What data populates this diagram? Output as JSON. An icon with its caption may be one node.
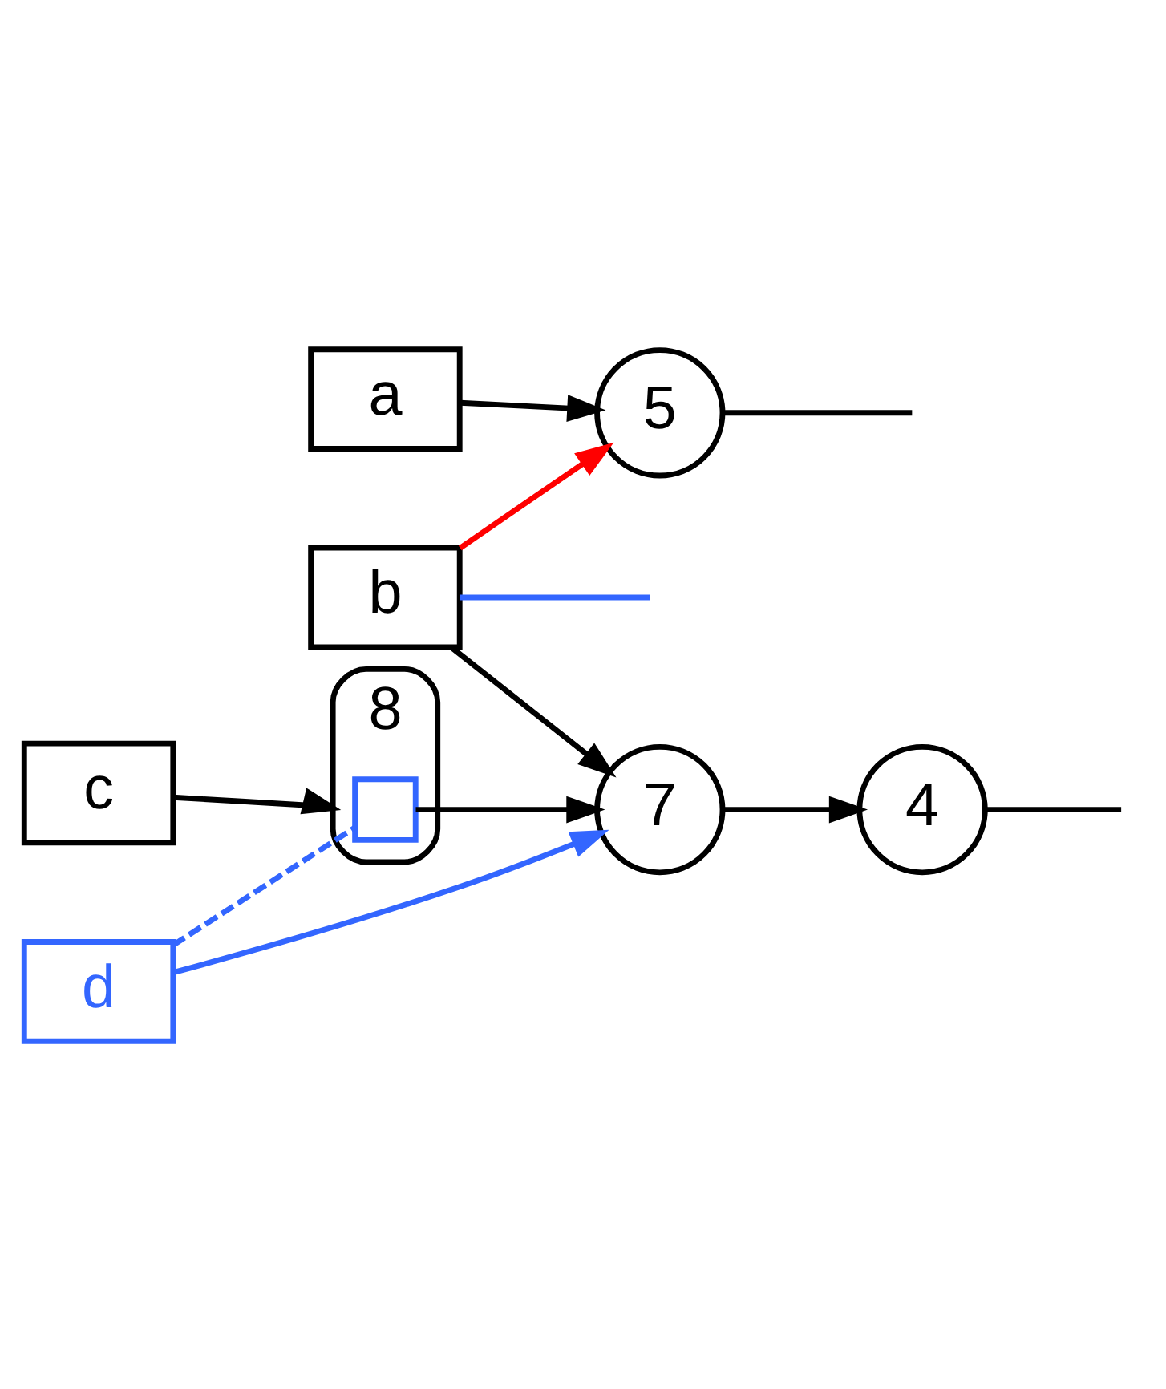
{
  "diagram": {
    "nodes": [
      {
        "text": [
          "a"
        ]
      },
      {
        "text": [
          "5"
        ]
      },
      {
        "text": [
          "b"
        ]
      },
      {
        "text": [
          "7"
        ]
      },
      {
        "text": [
          "4"
        ]
      },
      {
        "text": [
          "c"
        ]
      },
      {
        "text": [
          "8"
        ]
      },
      {
        "text": [],
        "shape": "box",
        "in": 6
      },
      {
        "text": [
          "d"
        ]
      }
    ],
    "edges": [
      {
        "from": 0,
        "to": 1,
        "arrow": "to"
      },
      {
        "from": 1,
        "to": null,
        "arrow": "none"
      },
      {
        "from": 2,
        "to": 3,
        "arrow": "to"
      },
      {
        "from": 2,
        "to": 1,
        "arrow": "to",
        "color": "#ff0000"
      },
      {
        "from": 2,
        "to": null,
        "arrow": "none",
        "color": "#3366ff"
      },
      {
        "from": 3,
        "to": 4,
        "arrow": "to"
      },
      {
        "from": 4,
        "to": null,
        "arrow": "none"
      },
      {
        "from": 5,
        "to": 6,
        "arrow": "to"
      },
      {
        "from": 7,
        "to": 3,
        "arrow": "to"
      },
      {
        "from": 8,
        "to": 3,
        "arrow": "to",
        "color": "#3366ff"
      },
      {
        "from": 8,
        "to": 7,
        "arrow": "none",
        "style": "dashed",
        "color": "#3366ff"
      }
    ]
  }
}
